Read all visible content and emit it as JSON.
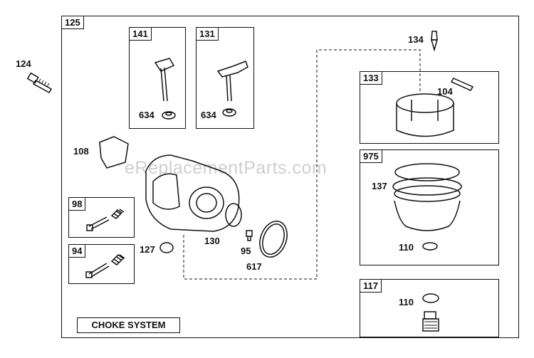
{
  "diagram": {
    "watermark": "eReplacementParts.com",
    "caption": "CHOKE SYSTEM",
    "boxes": {
      "b125": "125",
      "b141": "141",
      "b131": "131",
      "b133": "133",
      "b975": "975",
      "b117": "117",
      "b98": "98",
      "b94": "94"
    },
    "callouts": {
      "c124": "124",
      "c134": "134",
      "c104": "104",
      "c634a": "634",
      "c634b": "634",
      "c108": "108",
      "c137": "137",
      "c110a": "110",
      "c110b": "110",
      "c127": "127",
      "c130": "130",
      "c95": "95",
      "c617": "617"
    }
  }
}
